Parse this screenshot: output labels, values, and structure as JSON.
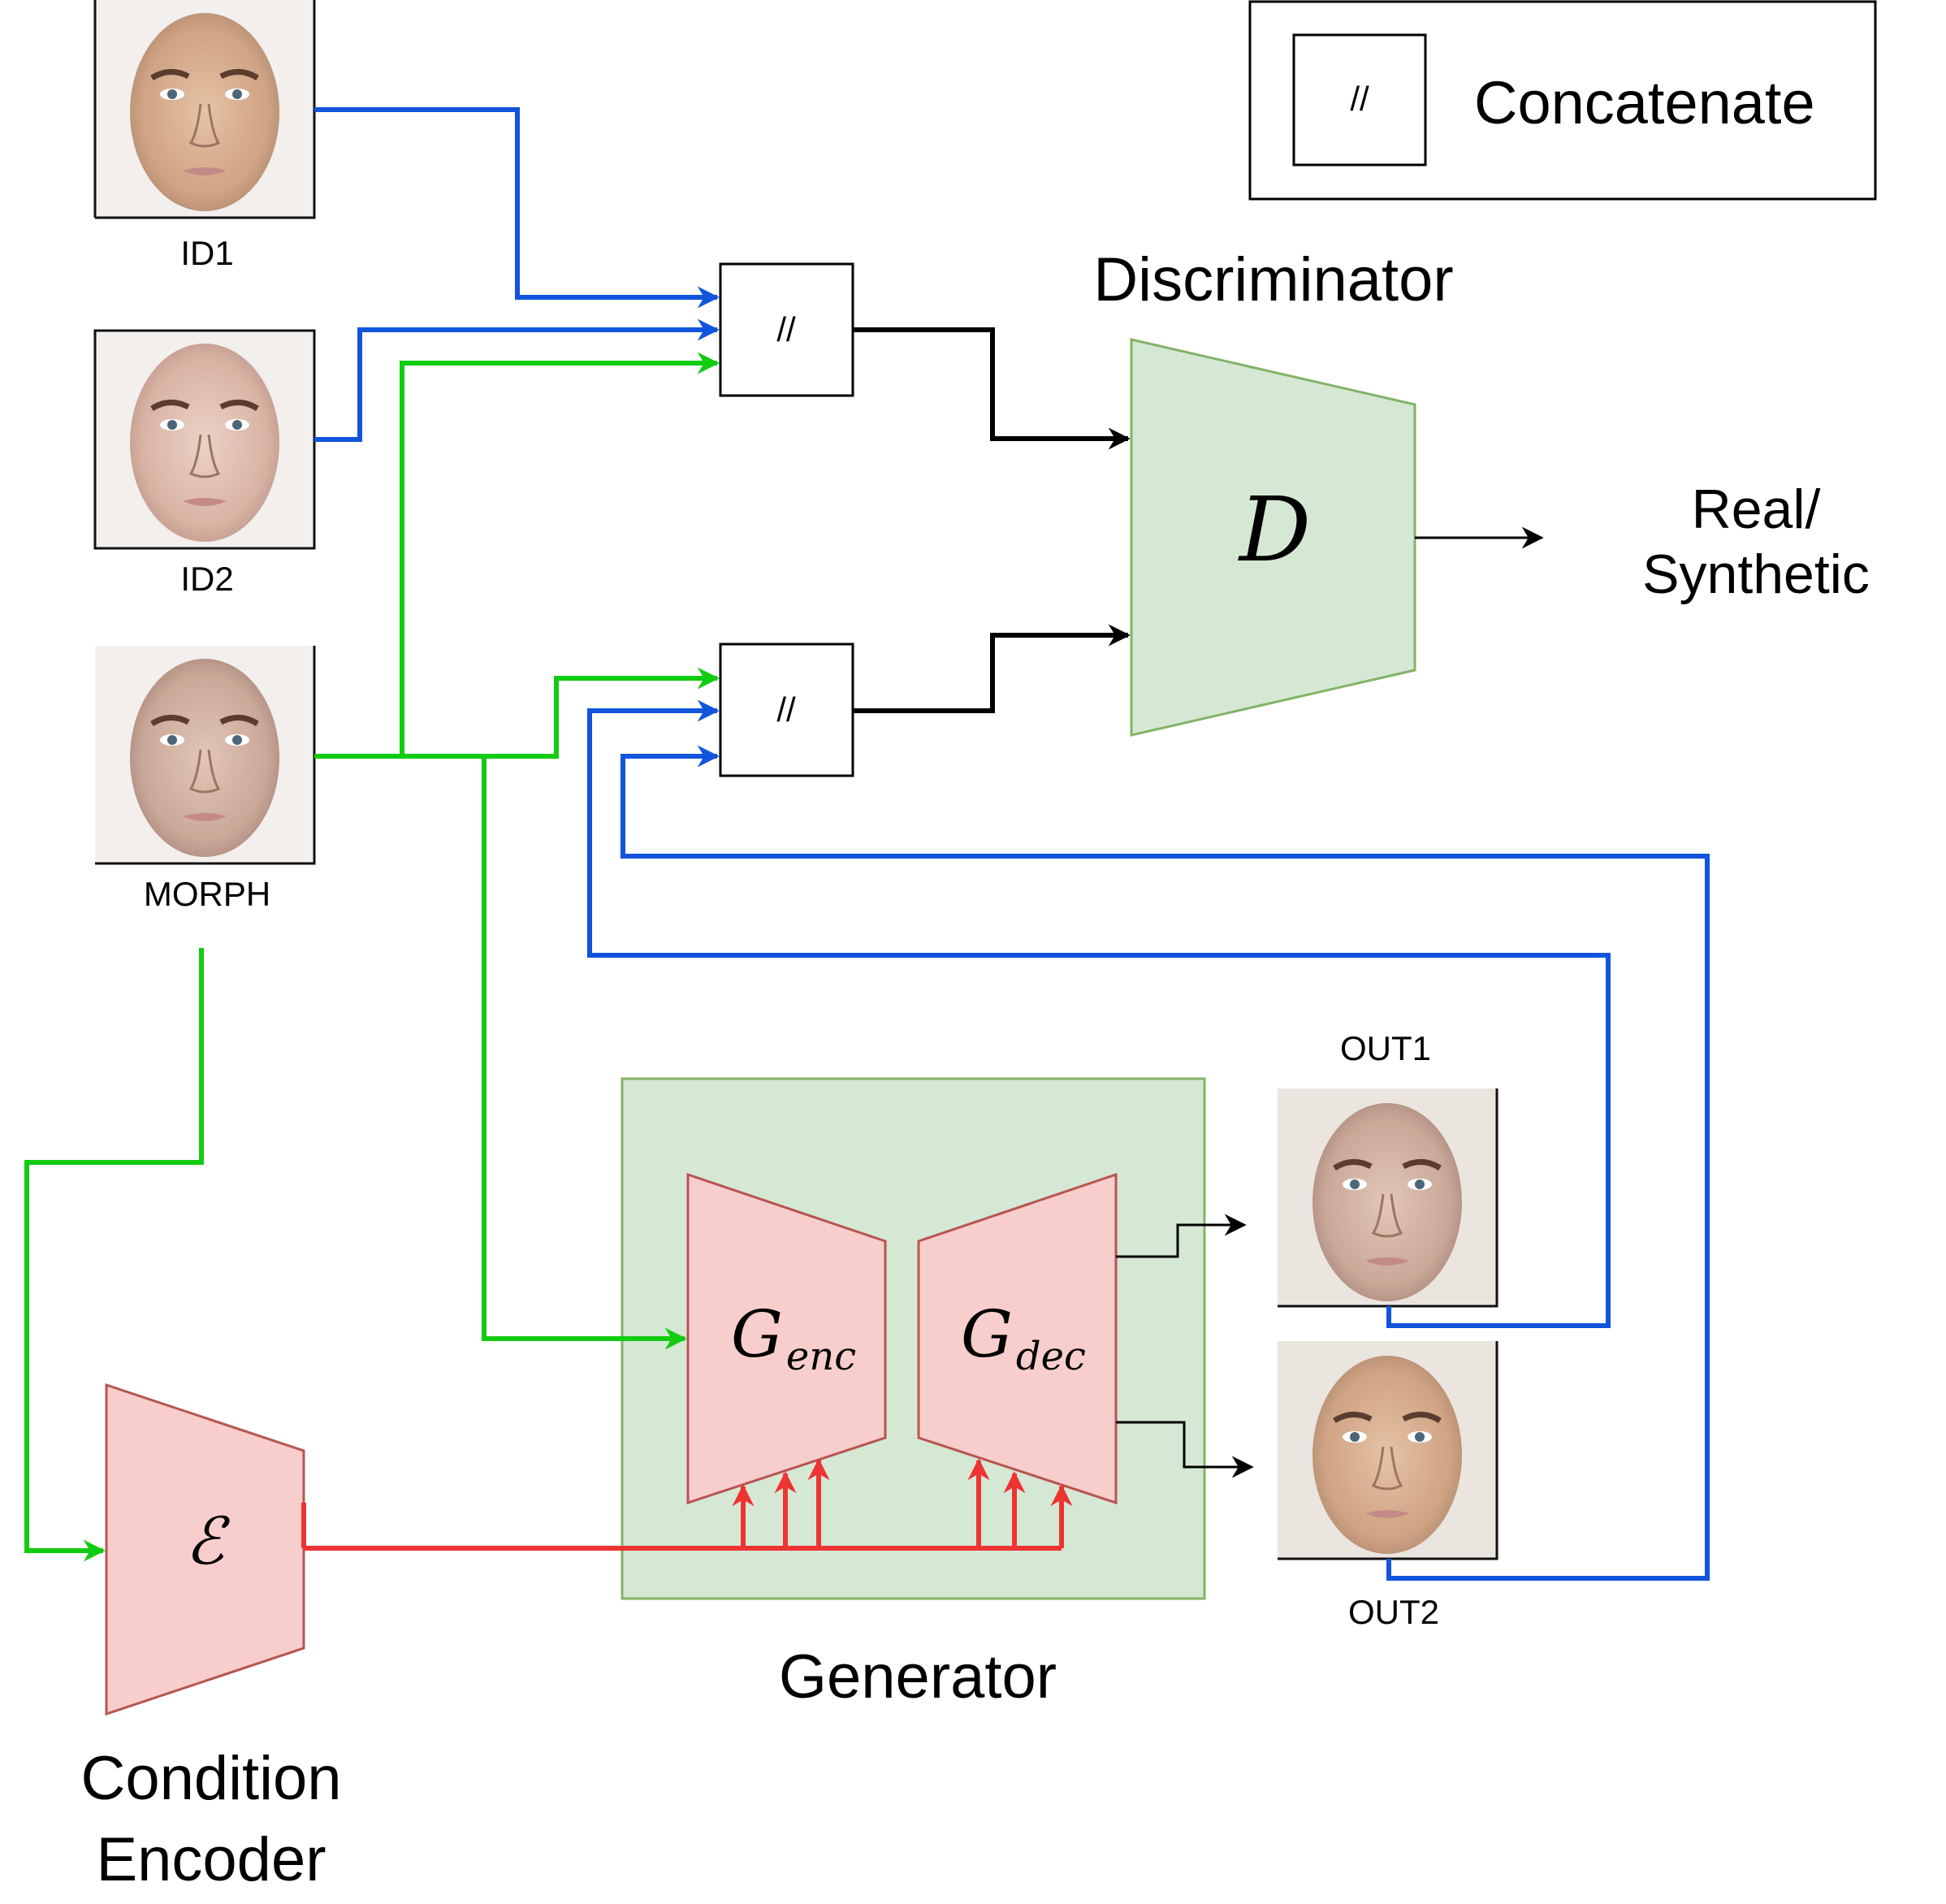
{
  "legend": {
    "symbol": "//",
    "label": "Concatenate"
  },
  "inputs": [
    {
      "id": "id1",
      "label": "ID1"
    },
    {
      "id": "id2",
      "label": "ID2"
    },
    {
      "id": "morph",
      "label": "MORPH"
    }
  ],
  "outputs": [
    {
      "id": "out1",
      "label": "OUT1"
    },
    {
      "id": "out2",
      "label": "OUT2"
    }
  ],
  "concat_symbol": "//",
  "discriminator": {
    "title": "Discriminator",
    "symbol": "D",
    "output_line1": "Real/",
    "output_line2": "Synthetic"
  },
  "generator": {
    "title": "Generator",
    "enc_symbol": "G",
    "enc_sub": "enc",
    "dec_symbol": "G",
    "dec_sub": "dec"
  },
  "condition_encoder": {
    "symbol": "ℰ",
    "title_line1": "Condition",
    "title_line2": "Encoder"
  },
  "colors": {
    "id_edge": "#1155dd",
    "morph_edge": "#11cc11",
    "condition_edge": "#ee3333",
    "main_edge": "#000000",
    "green_fill": "#d5e8d4",
    "green_stroke": "#82b366",
    "red_fill": "#f8cecc",
    "red_stroke": "#b85450"
  }
}
